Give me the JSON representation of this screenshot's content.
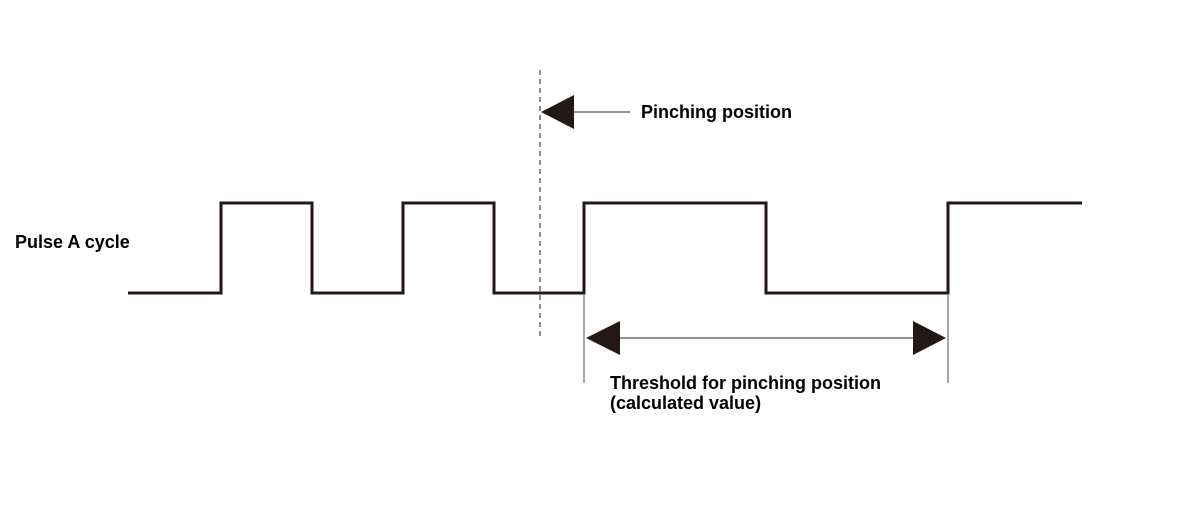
{
  "labels": {
    "signal": "Pulse A cycle",
    "pinching_position": "Pinching position",
    "threshold_line1": "Threshold for pinching position",
    "threshold_line2": "(calculated value)"
  },
  "colors": {
    "signal": "#231815",
    "guide": "#555555",
    "text": "#000000",
    "background": "#ffffff"
  }
}
